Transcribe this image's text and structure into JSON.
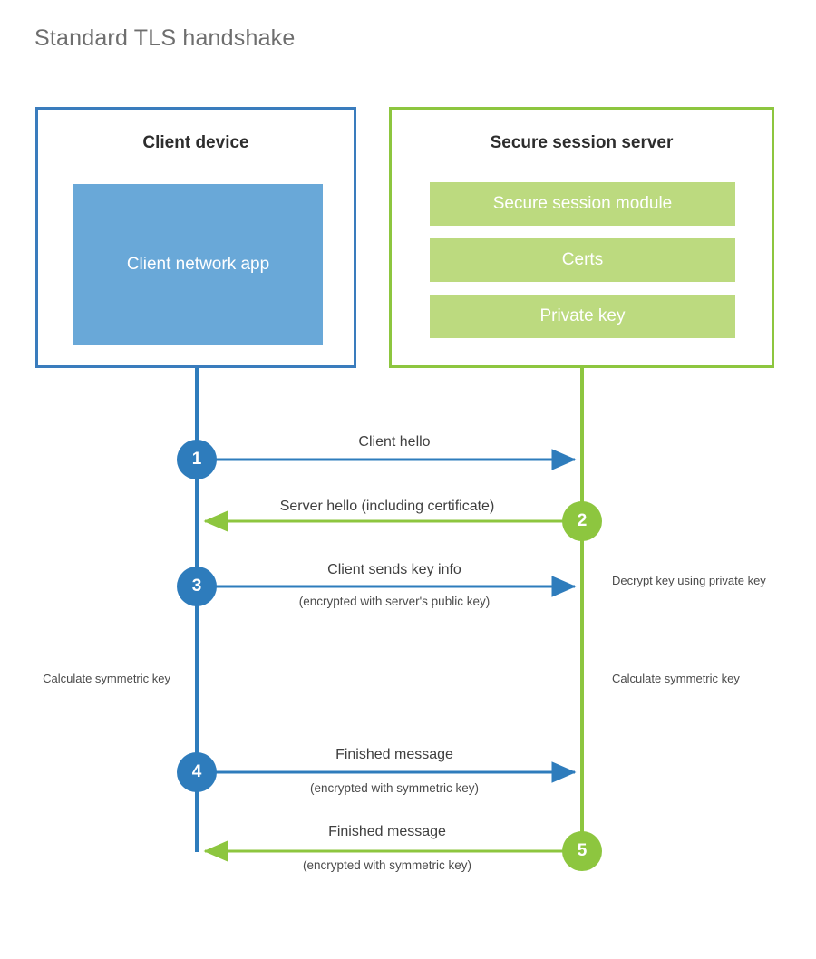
{
  "title": "Standard TLS handshake",
  "colors": {
    "client_border": "#3a7cbd",
    "client_fill": "#69a8d8",
    "server_border": "#8dc63f",
    "server_fill": "#bcda7f",
    "client_line": "#2e7cbc",
    "server_line": "#8dc63f",
    "title_text": "#6e6e6e",
    "body_text": "#3f3f3f",
    "background": "#ffffff"
  },
  "participants": {
    "client": {
      "title": "Client device",
      "block_label": "Client network app"
    },
    "server": {
      "title": "Secure session server",
      "bars": [
        {
          "label": "Secure session module"
        },
        {
          "label": "Certs"
        },
        {
          "label": "Private key"
        }
      ]
    }
  },
  "steps": [
    {
      "number": "1",
      "side": "client",
      "direction": "client-to-server",
      "main": "Client hello",
      "sub": ""
    },
    {
      "number": "2",
      "side": "server",
      "direction": "server-to-client",
      "main": "Server hello (including certificate)",
      "sub": ""
    },
    {
      "number": "3",
      "side": "client",
      "direction": "client-to-server",
      "main": "Client sends key info",
      "sub": "(encrypted with server's public key)"
    },
    {
      "number": "4",
      "side": "client",
      "direction": "client-to-server",
      "main": "Finished message",
      "sub": "(encrypted with symmetric key)"
    },
    {
      "number": "5",
      "side": "server",
      "direction": "server-to-client",
      "main": "Finished message",
      "sub": "(encrypted with symmetric key)"
    }
  ],
  "annotations": {
    "decrypt_note": "Decrypt key using private key",
    "client_calc_note": "Calculate symmetric key",
    "server_calc_note": "Calculate symmetric key"
  }
}
